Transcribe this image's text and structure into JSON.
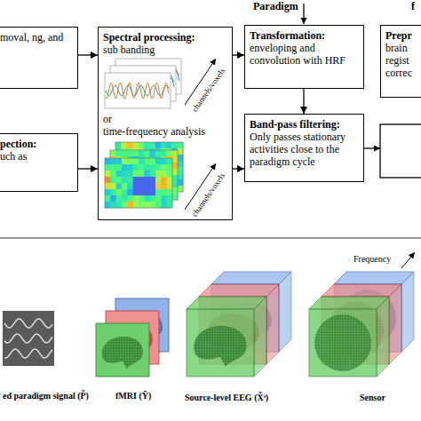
{
  "diagram": {
    "nodes": [
      {
        "text": [
          "moval, ng, and"
        ]
      },
      {
        "text": [
          "pection:",
          "uch as"
        ]
      },
      {
        "text": [
          "Spectral processing:",
          "sub banding",
          "or",
          "time-frequency analysis"
        ]
      },
      {
        "text": [
          "Transformation:",
          "enveloping and convolution with HRF"
        ]
      },
      {
        "text": [
          "Prepr",
          "brain regist correc"
        ]
      },
      {
        "text": [
          "Band-pass filtering:",
          "Only passes stationary activities close to the paradigm cycle"
        ]
      }
    ],
    "edges": [
      {
        "from": 0,
        "to": 2,
        "arrow": "to"
      },
      {
        "from": 1,
        "to": 2,
        "arrow": "to"
      },
      {
        "from": 2,
        "to": 3,
        "arrow": "to"
      },
      {
        "from": 2,
        "to": 5,
        "arrow": "to"
      },
      {
        "from": 3,
        "to": 5,
        "arrow": "to"
      }
    ],
    "labels": [
      "Paradigm",
      "f",
      "channels/voxels",
      "channels/voxels",
      "Frequency",
      "ed paradigm signal (P̃)",
      "fMRI (Ỹ)",
      "Source-level EEG (X̃ˢ)",
      "Sensor"
    ]
  }
}
